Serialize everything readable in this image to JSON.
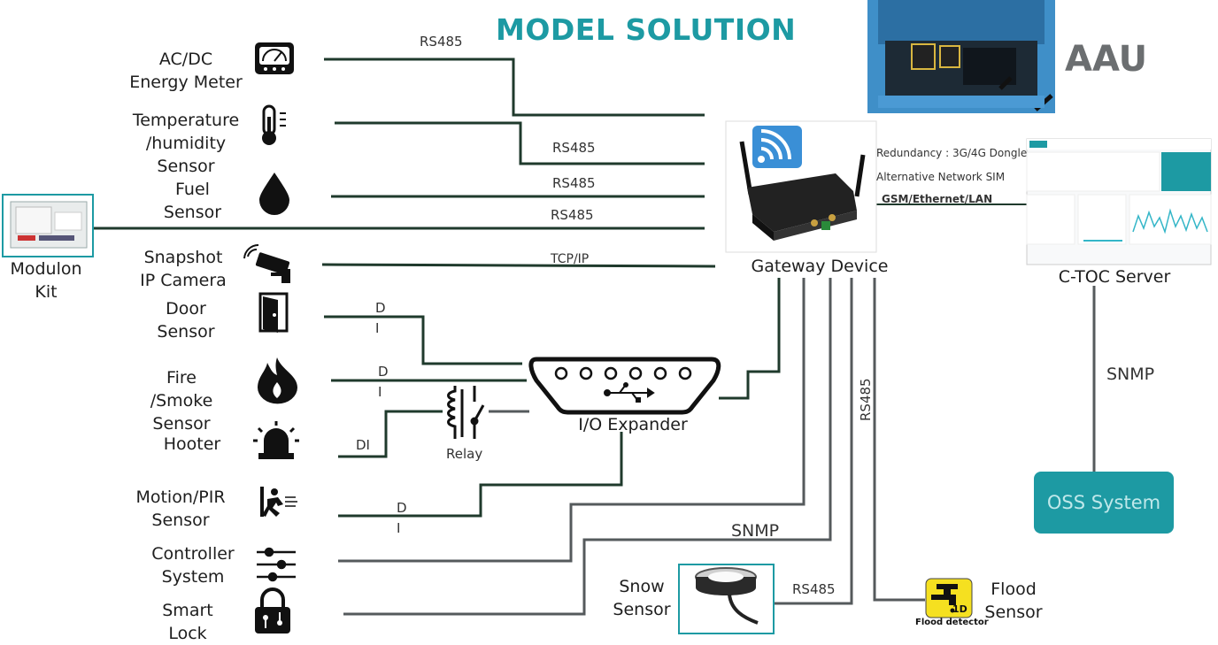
{
  "title": "MODEL SOLUTION",
  "aau_label": "AAU",
  "devices": {
    "energy_meter": "AC/DC\nEnergy Meter",
    "temp_sensor": "Temperature\n/humidity\nSensor",
    "fuel_sensor": "Fuel\nSensor",
    "modulon": "Modulon\nKit",
    "camera": "Snapshot\nIP Camera",
    "door": "Door\nSensor",
    "fire": "Fire\n/Smoke\nSensor",
    "hooter": "Hooter",
    "motion": "Motion/PIR\nSensor",
    "controller": "Controller\nSystem",
    "lock": "Smart\nLock",
    "snow": "Snow\nSensor",
    "flood": "Flood\nSensor",
    "flood_detector": "Flood detector",
    "flood_badge": "1D",
    "relay": "Relay",
    "io_expander": "I/O Expander",
    "gateway": "Gateway Device",
    "ctoc": "C-TOC Server",
    "oss": "OSS System"
  },
  "wire_labels": {
    "rs485_1": "RS485",
    "rs485_2": "RS485",
    "rs485_3": "RS485",
    "rs485_4": "RS485",
    "tcpip": "TCP/IP",
    "di_door_d": "D",
    "di_door_i": "I",
    "di_fire_d": "D",
    "di_fire_i": "I",
    "di_hooter": "DI",
    "di_motion_d": "D",
    "di_motion_i": "I",
    "snmp_mid": "SNMP",
    "snmp_right": "SNMP",
    "rs485_snow": "RS485",
    "rs485_flood": "RS485"
  },
  "network": {
    "redundancy": "Redundancy : 3G/4G Dongle",
    "alt_sim": "Alternative Network SIM",
    "gsm": "GSM/Ethernet/LAN"
  },
  "colors": {
    "accent": "#1d9aa3",
    "wire_dark": "#1f3a2c",
    "wire_gray": "#555a5c"
  },
  "icons": [
    "gauge-icon",
    "thermometer-icon",
    "droplet-icon",
    "generator-icon",
    "cctv-camera-icon",
    "door-icon",
    "flame-icon",
    "siren-icon",
    "running-person-icon",
    "sliders-icon",
    "padlock-circuit-icon",
    "relay-icon",
    "db9-connector-icon",
    "router-icon",
    "wifi-icon",
    "server-dashboard-icon",
    "snow-sensor-icon",
    "faucet-icon"
  ]
}
